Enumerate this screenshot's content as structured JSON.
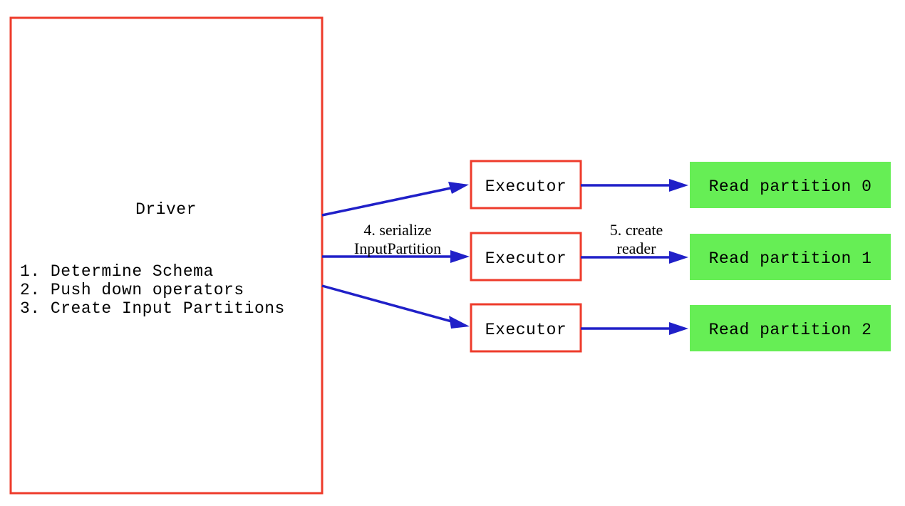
{
  "diagram": {
    "title_semantic": "spark-data-source-v2-read-flow",
    "colors": {
      "box_border_red": "#ee3b2b",
      "partition_fill_green": "#66ee55",
      "arrow_blue": "#2020c8",
      "text_black": "#000000",
      "background": "#ffffff"
    },
    "driver": {
      "title": "Driver",
      "steps": [
        "1. Determine Schema",
        "2. Push down operators",
        "3. Create Input Partitions"
      ]
    },
    "executors": [
      {
        "label": "Executor"
      },
      {
        "label": "Executor"
      },
      {
        "label": "Executor"
      }
    ],
    "partitions": [
      {
        "label": "Read partition 0"
      },
      {
        "label": "Read partition 1"
      },
      {
        "label": "Read partition 2"
      }
    ],
    "edge_labels": {
      "serialize": {
        "line1": "4. serialize",
        "line2": "InputPartition"
      },
      "create_reader": {
        "line1": "5. create",
        "line2": "reader"
      }
    }
  }
}
